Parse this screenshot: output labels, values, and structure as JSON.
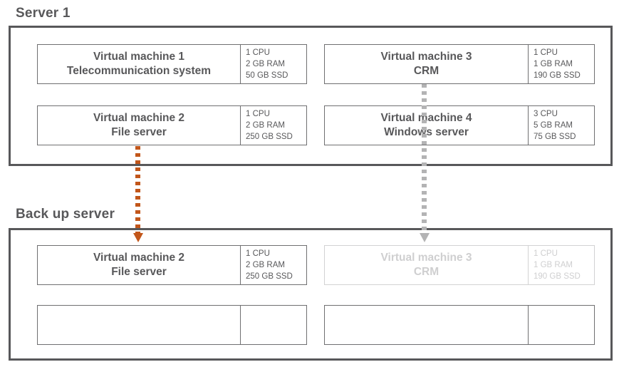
{
  "diagram": {
    "title_server": "Server 1",
    "title_backup": "Back up server",
    "accent_orange": "#c2561a",
    "accent_gray": "#b3b3b4",
    "frame_color": "#58585a",
    "text_color": "#58585a",
    "faded_color": "#cfcfd0"
  },
  "server": {
    "label": "Server 1",
    "vms": [
      {
        "name": "Virtual machine 1",
        "role": "Telecommunication system",
        "specs": [
          "1 CPU",
          "2 GB RAM",
          "50 GB SSD"
        ]
      },
      {
        "name": "Virtual machine 3",
        "role": "CRM",
        "specs": [
          "1 CPU",
          "1 GB RAM",
          "190 GB SSD"
        ]
      },
      {
        "name": "Virtual machine 2",
        "role": "File server",
        "specs": [
          "1 CPU",
          "2 GB RAM",
          "250 GB SSD"
        ]
      },
      {
        "name": "Virtual machine 4",
        "role": "Windows server",
        "specs": [
          "3 CPU",
          "5 GB RAM",
          "75 GB SSD"
        ]
      }
    ]
  },
  "backup": {
    "label": "Back up server",
    "vms": [
      {
        "name": "Virtual machine 2",
        "role": "File server",
        "specs": [
          "1 CPU",
          "2 GB RAM",
          "250 GB SSD"
        ],
        "state": "active"
      },
      {
        "name": "Virtual machine 3",
        "role": "CRM",
        "specs": [
          "1 CPU",
          "1 GB RAM",
          "190 GB SSD"
        ],
        "state": "faded"
      },
      {
        "name": "",
        "role": "",
        "specs": [
          "",
          "",
          ""
        ],
        "state": "empty"
      },
      {
        "name": "",
        "role": "",
        "specs": [
          "",
          "",
          ""
        ],
        "state": "empty"
      }
    ]
  },
  "connectors": [
    {
      "id": "vm2-backup",
      "from": "Virtual machine 2",
      "to": "Virtual machine 2 (back up server)",
      "style": "dotted-arrow",
      "color": "#c2561a"
    },
    {
      "id": "vm3-backup",
      "from": "Virtual machine 3",
      "to": "Virtual machine 3 (back up server)",
      "style": "dotted-arrow",
      "color": "#b3b3b4"
    }
  ]
}
